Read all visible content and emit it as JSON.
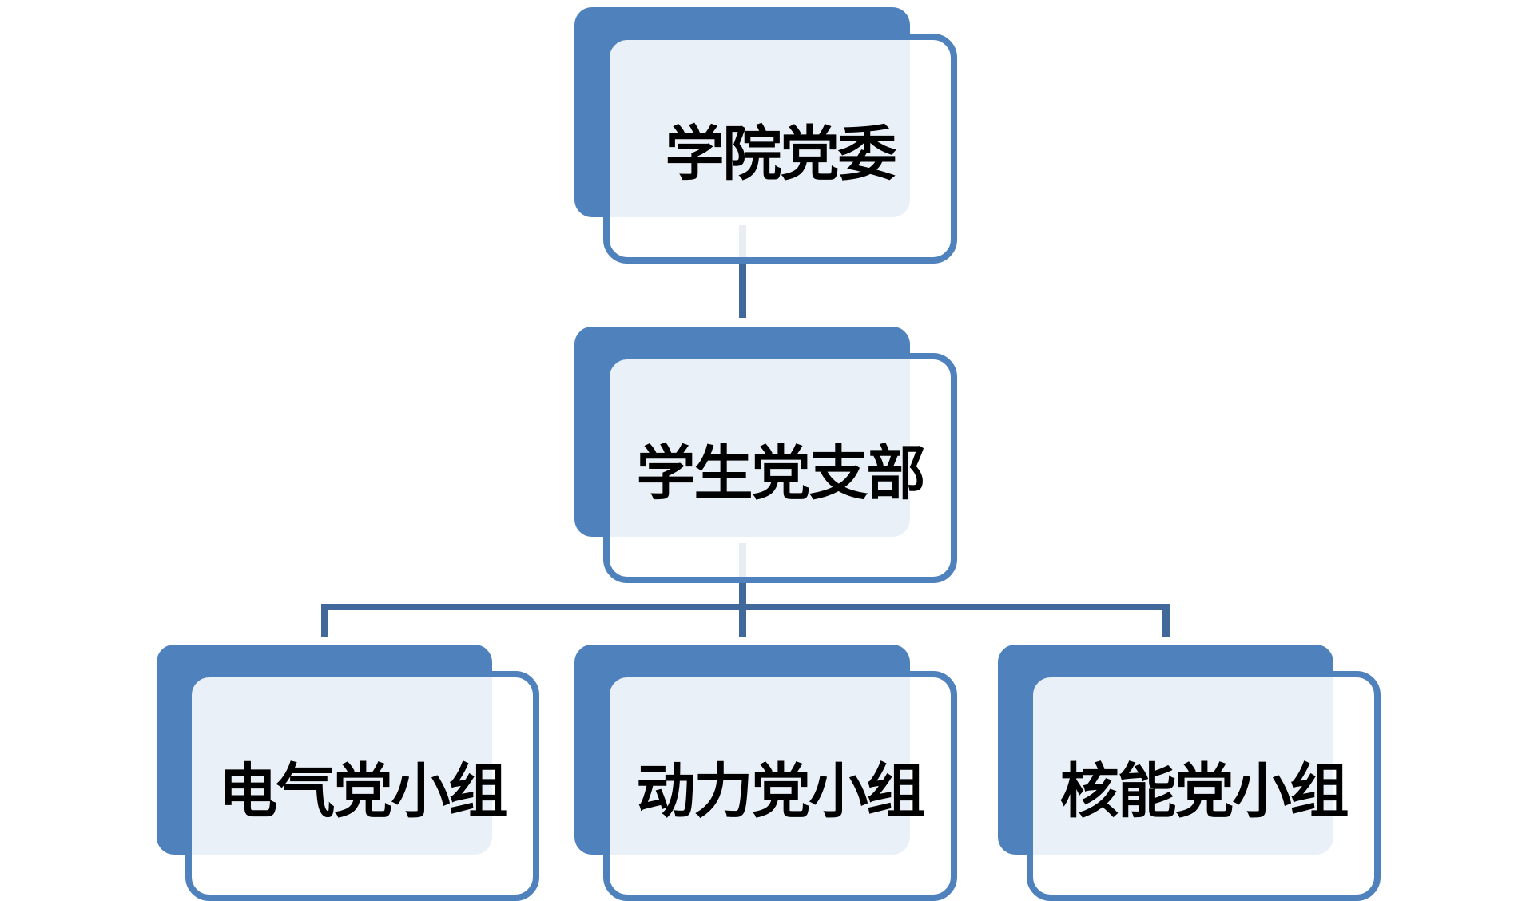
{
  "diagram": {
    "root": {
      "label": "学院党委"
    },
    "branch": {
      "label": "学生党支部"
    },
    "groups": [
      {
        "label": "电气党小组"
      },
      {
        "label": "动力党小组"
      },
      {
        "label": "核能党小组"
      }
    ]
  },
  "colors": {
    "box": "#4F81BD",
    "connector": "#41689A",
    "fill": "#ECF1F8"
  }
}
